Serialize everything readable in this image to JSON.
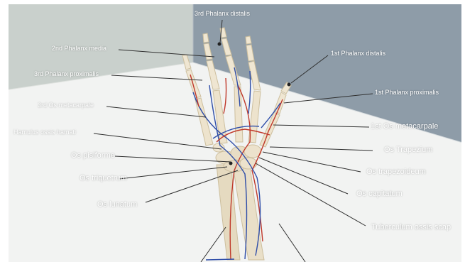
{
  "viewer": {
    "colors": {
      "left_wall": "#c9d0cc",
      "back_wall": "#8e9ca8",
      "floor": "#f2f3f2",
      "border": "#ffffff",
      "leader_line": "#2f2f2f",
      "label_text": "#ffffff",
      "bone": "#e7dcc4",
      "artery": "#c0392b",
      "vein": "#2e4da8"
    },
    "labels": {
      "phalanx_distalis_3": "3rd Phalanx distalis",
      "phalanx_media_2": "2nd Phalanx media",
      "phalanx_proximalis_3": "3rd Phalanx proximalis",
      "os_metacarpale_3": "3rd Os metacarpale",
      "hamulus_ossis_hamati": "Hamulus ossis hamati",
      "os_pisiforme": "Os pisiforme",
      "os_triquetrum": "Os triquetrum",
      "os_lunatum": "Os lunatum",
      "phalanx_distalis_1": "1st Phalanx distalis",
      "phalanx_proximalis_1": "1st Phalanx proximalis",
      "os_metacarpale_1": "1st Os metacarpale",
      "os_trapezium": "Os Trapezium",
      "os_trapezoideum": "Os trapezoideum",
      "os_capitatum": "Os capitatum",
      "tuberculum_ossis_scaphoidei": "Tuberculum ossis scap"
    }
  }
}
